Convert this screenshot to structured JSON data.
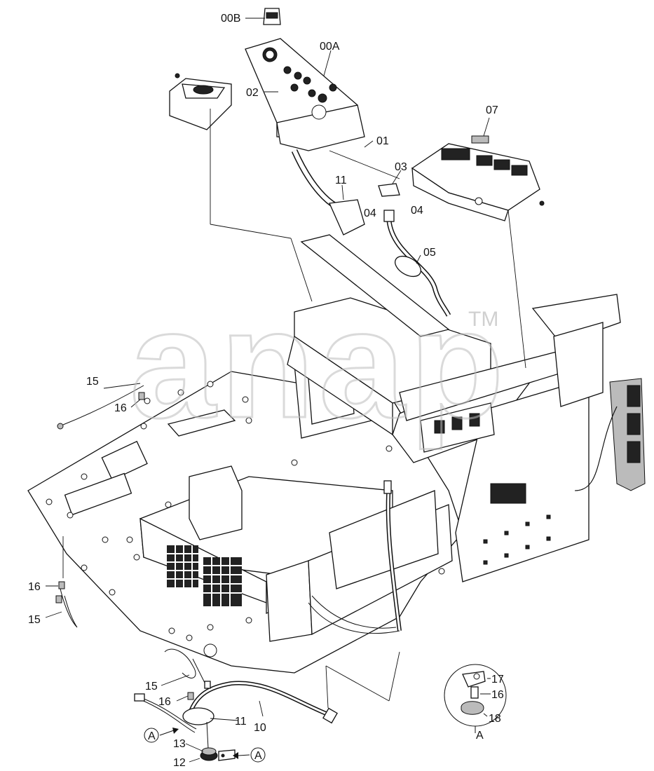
{
  "watermark": {
    "text": "anap",
    "trademark": "TM"
  },
  "callouts": {
    "c00B": "00B",
    "c00A": "00A",
    "c02": "02",
    "c01": "01",
    "c07": "07",
    "c03": "03",
    "c11_top": "11",
    "c04_left": "04",
    "c04_right": "04",
    "c05": "05",
    "c15_left": "15",
    "c16_left": "16",
    "c16_lower": "16",
    "c15_lower": "15",
    "c15_bottom": "15",
    "c16_bottom": "16",
    "c11_bottom": "11",
    "c10": "10",
    "c13": "13",
    "c12": "12",
    "cA_left": "A",
    "cA_right": "A",
    "c17": "17",
    "c16_detail": "16",
    "c18": "18",
    "cA_detail": "A"
  }
}
